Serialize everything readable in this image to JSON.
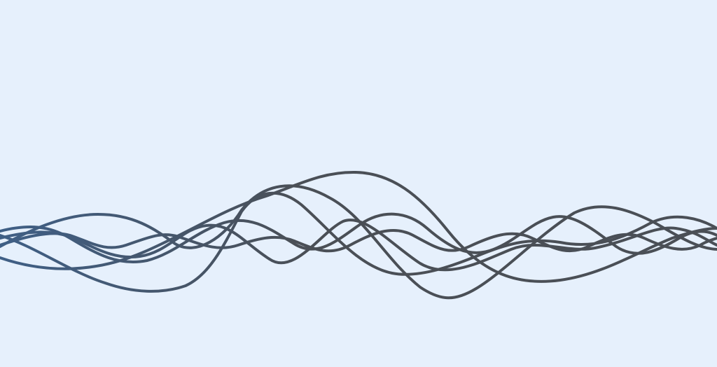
{
  "background_color": "#e6f0fc",
  "gradient_colors": {
    "start": "#3f5f86",
    "end": "#4a4f56"
  },
  "waves": [
    {
      "id": "wave-1"
    },
    {
      "id": "wave-2"
    },
    {
      "id": "wave-3"
    },
    {
      "id": "wave-4"
    },
    {
      "id": "wave-5"
    }
  ]
}
